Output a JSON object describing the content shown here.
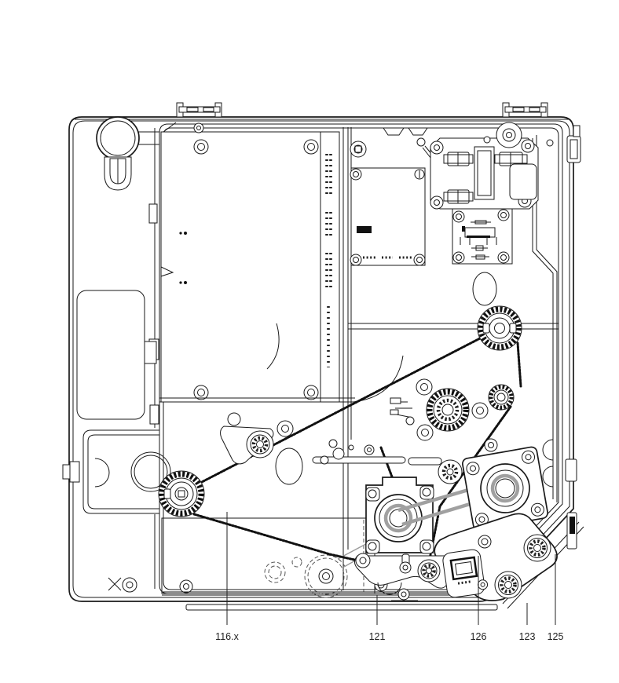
{
  "diagram": {
    "kind": "service-manual exploded parts diagram, chassis bottom view with belt drive",
    "background_color": "#ffffff",
    "line_color": "#1a1a1a",
    "belt_color": "#111111",
    "hidden_part_color": "#999999",
    "callouts": [
      {
        "text": "116.x"
      },
      {
        "text": "121"
      },
      {
        "text": "126"
      },
      {
        "text": "123"
      },
      {
        "text": "125"
      }
    ]
  }
}
